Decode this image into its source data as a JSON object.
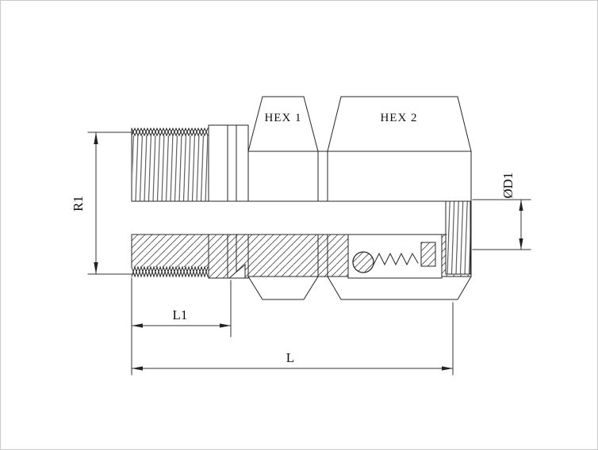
{
  "drawing": {
    "part_labels": {
      "hex1": "HEX 1",
      "hex2": "HEX 2"
    },
    "dimension_labels": {
      "r1": "R1",
      "l1": "L1",
      "l": "L",
      "d1": "ØD1"
    }
  }
}
